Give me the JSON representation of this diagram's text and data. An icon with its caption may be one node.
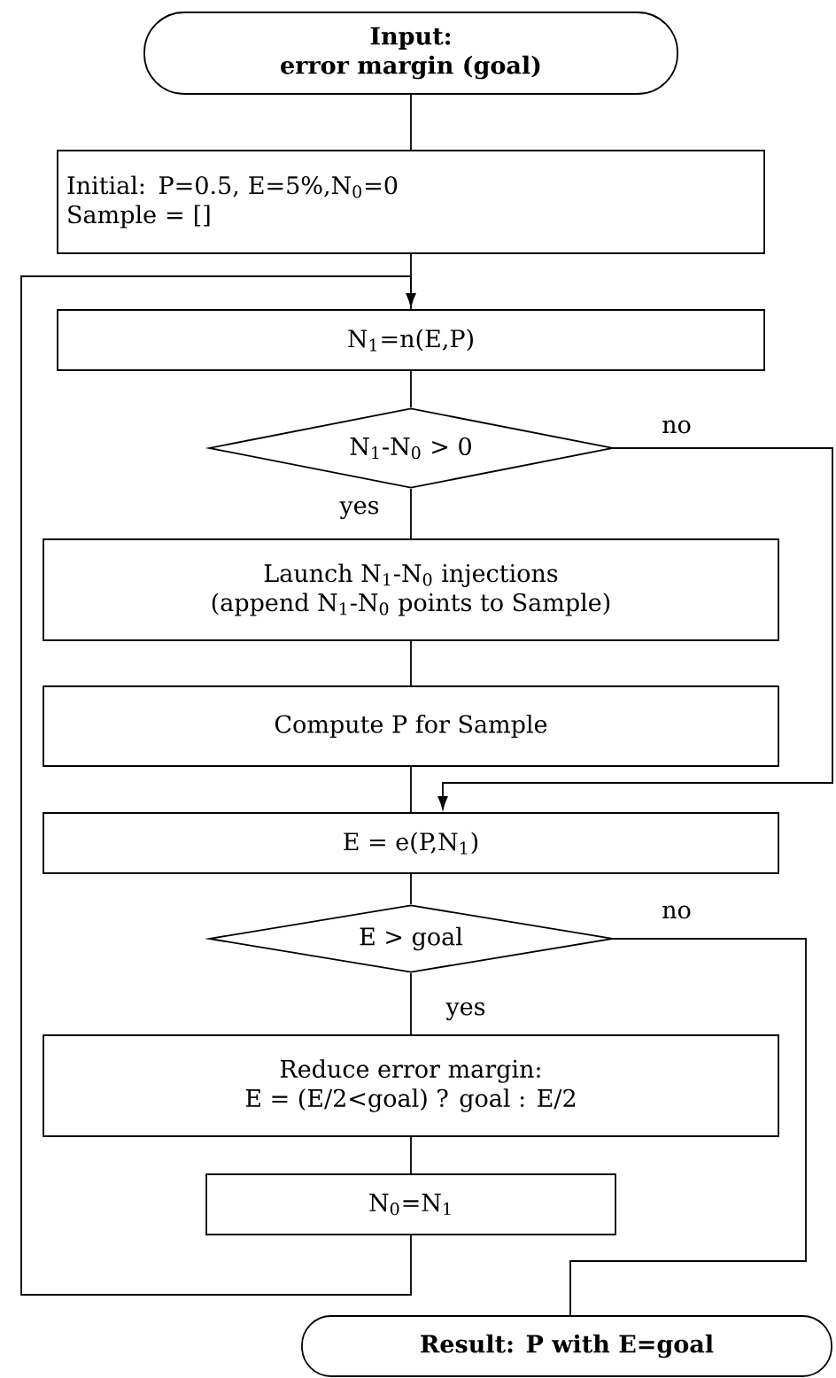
{
  "diagram": {
    "nodes": [
      {
        "text": [
          "Input:",
          "error margin (goal)"
        ]
      },
      {
        "text": [
          "Initial: P=0.5, E=5%,N$_{0}$=0",
          "Sample = []"
        ]
      },
      {
        "text": [
          "N$_{1}$=n(E,P)"
        ]
      },
      {
        "text": [
          "N$_{1}$-N$_{0}$ > 0"
        ]
      },
      {
        "text": [
          "Launch N$_{1}$-N$_{0}$ injections",
          "(append N$_{1}$-N$_{0}$ points to Sample)"
        ]
      },
      {
        "text": [
          "Compute P for Sample"
        ]
      },
      {
        "text": [
          "E = e(P,N$_{1}$)"
        ]
      },
      {
        "text": [
          "E > goal"
        ]
      },
      {
        "text": [
          "Reduce error margin:",
          "E = (E/2<goal) ? goal : E/2"
        ]
      },
      {
        "text": [
          "N$_{0}$=N$_{1}$"
        ]
      },
      {
        "text": [
          "Result: P with E=goal"
        ]
      }
    ],
    "edges": [
      {
        "from": 0,
        "to": 1,
        "arrow": "none"
      },
      {
        "from": 1,
        "to": 2,
        "arrow": "none"
      },
      {
        "from": 2,
        "to": 3,
        "arrow": "none"
      },
      {
        "from": 3,
        "to": 4,
        "arrow": "none",
        "label": "yes"
      },
      {
        "from": 4,
        "to": 5,
        "arrow": "none"
      },
      {
        "from": 5,
        "to": 6,
        "arrow": "none"
      },
      {
        "from": 6,
        "to": 7,
        "arrow": "none"
      },
      {
        "from": 7,
        "to": 8,
        "arrow": "none",
        "label": "yes"
      },
      {
        "from": 8,
        "to": 9,
        "arrow": "none"
      },
      {
        "from": 9,
        "to": 2,
        "arrow": "to"
      },
      {
        "from": 3,
        "to": 6,
        "arrow": "to",
        "label": "no"
      },
      {
        "from": 7,
        "to": 10,
        "arrow": "none",
        "label": "no"
      }
    ]
  }
}
